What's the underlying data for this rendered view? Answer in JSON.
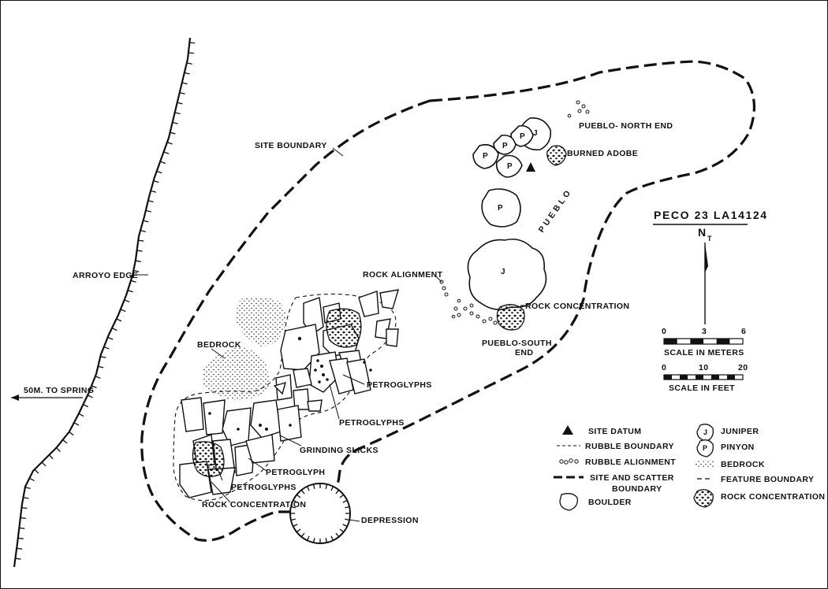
{
  "map": {
    "title": "PECO 23  LA14124",
    "north_label": "N",
    "north_sub": "T",
    "scale_meters": {
      "ticks": [
        "0",
        "3",
        "6"
      ],
      "caption": "SCALE IN METERS"
    },
    "scale_feet": {
      "ticks": [
        "0",
        "10",
        "20"
      ],
      "caption": "SCALE IN FEET"
    },
    "labels": {
      "pueblo_north_end": "PUEBLO- NORTH END",
      "burned_adobe": "BURNED ADOBE",
      "site_boundary": "SITE BOUNDARY",
      "pueblo": "P U E B L O",
      "rock_alignment": "ROCK ALIGNMENT",
      "rock_concentration_east": "ROCK CONCENTRATION",
      "pueblo_south_1": "PUEBLO-SOUTH",
      "pueblo_south_2": "END",
      "arroyo_edge": "ARROYO EDGE",
      "bedrock": "BEDROCK",
      "to_spring": "50M. TO SPRING",
      "petroglyphs_1": "PETROGLYPHS",
      "petroglyphs_2": "PETROGLYPHS",
      "grinding_slicks": "GRINDING SLICKS",
      "petroglyph": "PETROGLYPH",
      "petroglyphs_3": "PETROGLYPHS",
      "rock_concentration_west": "ROCK CONCENTRATION",
      "depression": "DEPRESSION"
    },
    "tree_marks": {
      "juniper": "J",
      "pinyon": "P"
    }
  },
  "legend": {
    "site_datum": "SITE DATUM",
    "rubble_boundary": "RUBBLE BOUNDARY",
    "rubble_alignment": "RUBBLE ALIGNMENT",
    "site_scatter_1": "SITE AND SCATTER",
    "site_scatter_2": "BOUNDARY",
    "boulder": "BOULDER",
    "juniper": "JUNIPER",
    "pinyon": "PINYON",
    "bedrock": "BEDROCK",
    "feature_boundary": "FEATURE BOUNDARY",
    "rock_concentration": "ROCK CONCENTRATION"
  },
  "colors": {
    "ink": "#111111",
    "paper": "#ffffff"
  }
}
